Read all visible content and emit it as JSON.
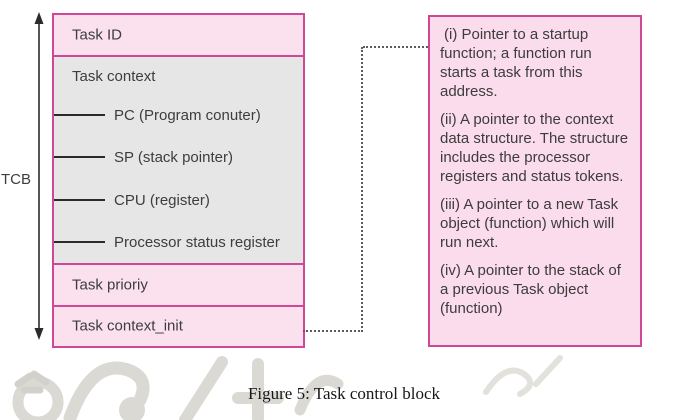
{
  "figure": {
    "caption": "Figure 5: Task control block"
  },
  "diagram": {
    "tcb_label": "TCB",
    "left_box": {
      "sections": [
        {
          "label": "Task ID"
        },
        {
          "label": "Task context",
          "items": [
            "PC (Program conuter)",
            "SP (stack pointer)",
            "CPU (register)",
            "Processor status register"
          ]
        },
        {
          "label": "Task prioriy"
        },
        {
          "label": "Task context_init"
        }
      ]
    },
    "right_box": {
      "paragraphs": [
        "(i) Pointer to a startup function; a function run starts a task from this address.",
        "(ii) A pointer to the context data structure. The structure includes the processor registers and status tokens.",
        "(iii) A pointer to a new Task object (function) which will run next.",
        "(iv) A pointer to the stack of a previous Task object (function)"
      ]
    },
    "colors": {
      "box_border_pink": "#cf4796",
      "box_fill_pink": "#fbe1ee",
      "box_fill_gray": "#e6e6e6",
      "text_dark": "#3d3d3d",
      "connector_gray": "#5a5a5a",
      "watermark_gray": "#dbd9d4"
    }
  }
}
